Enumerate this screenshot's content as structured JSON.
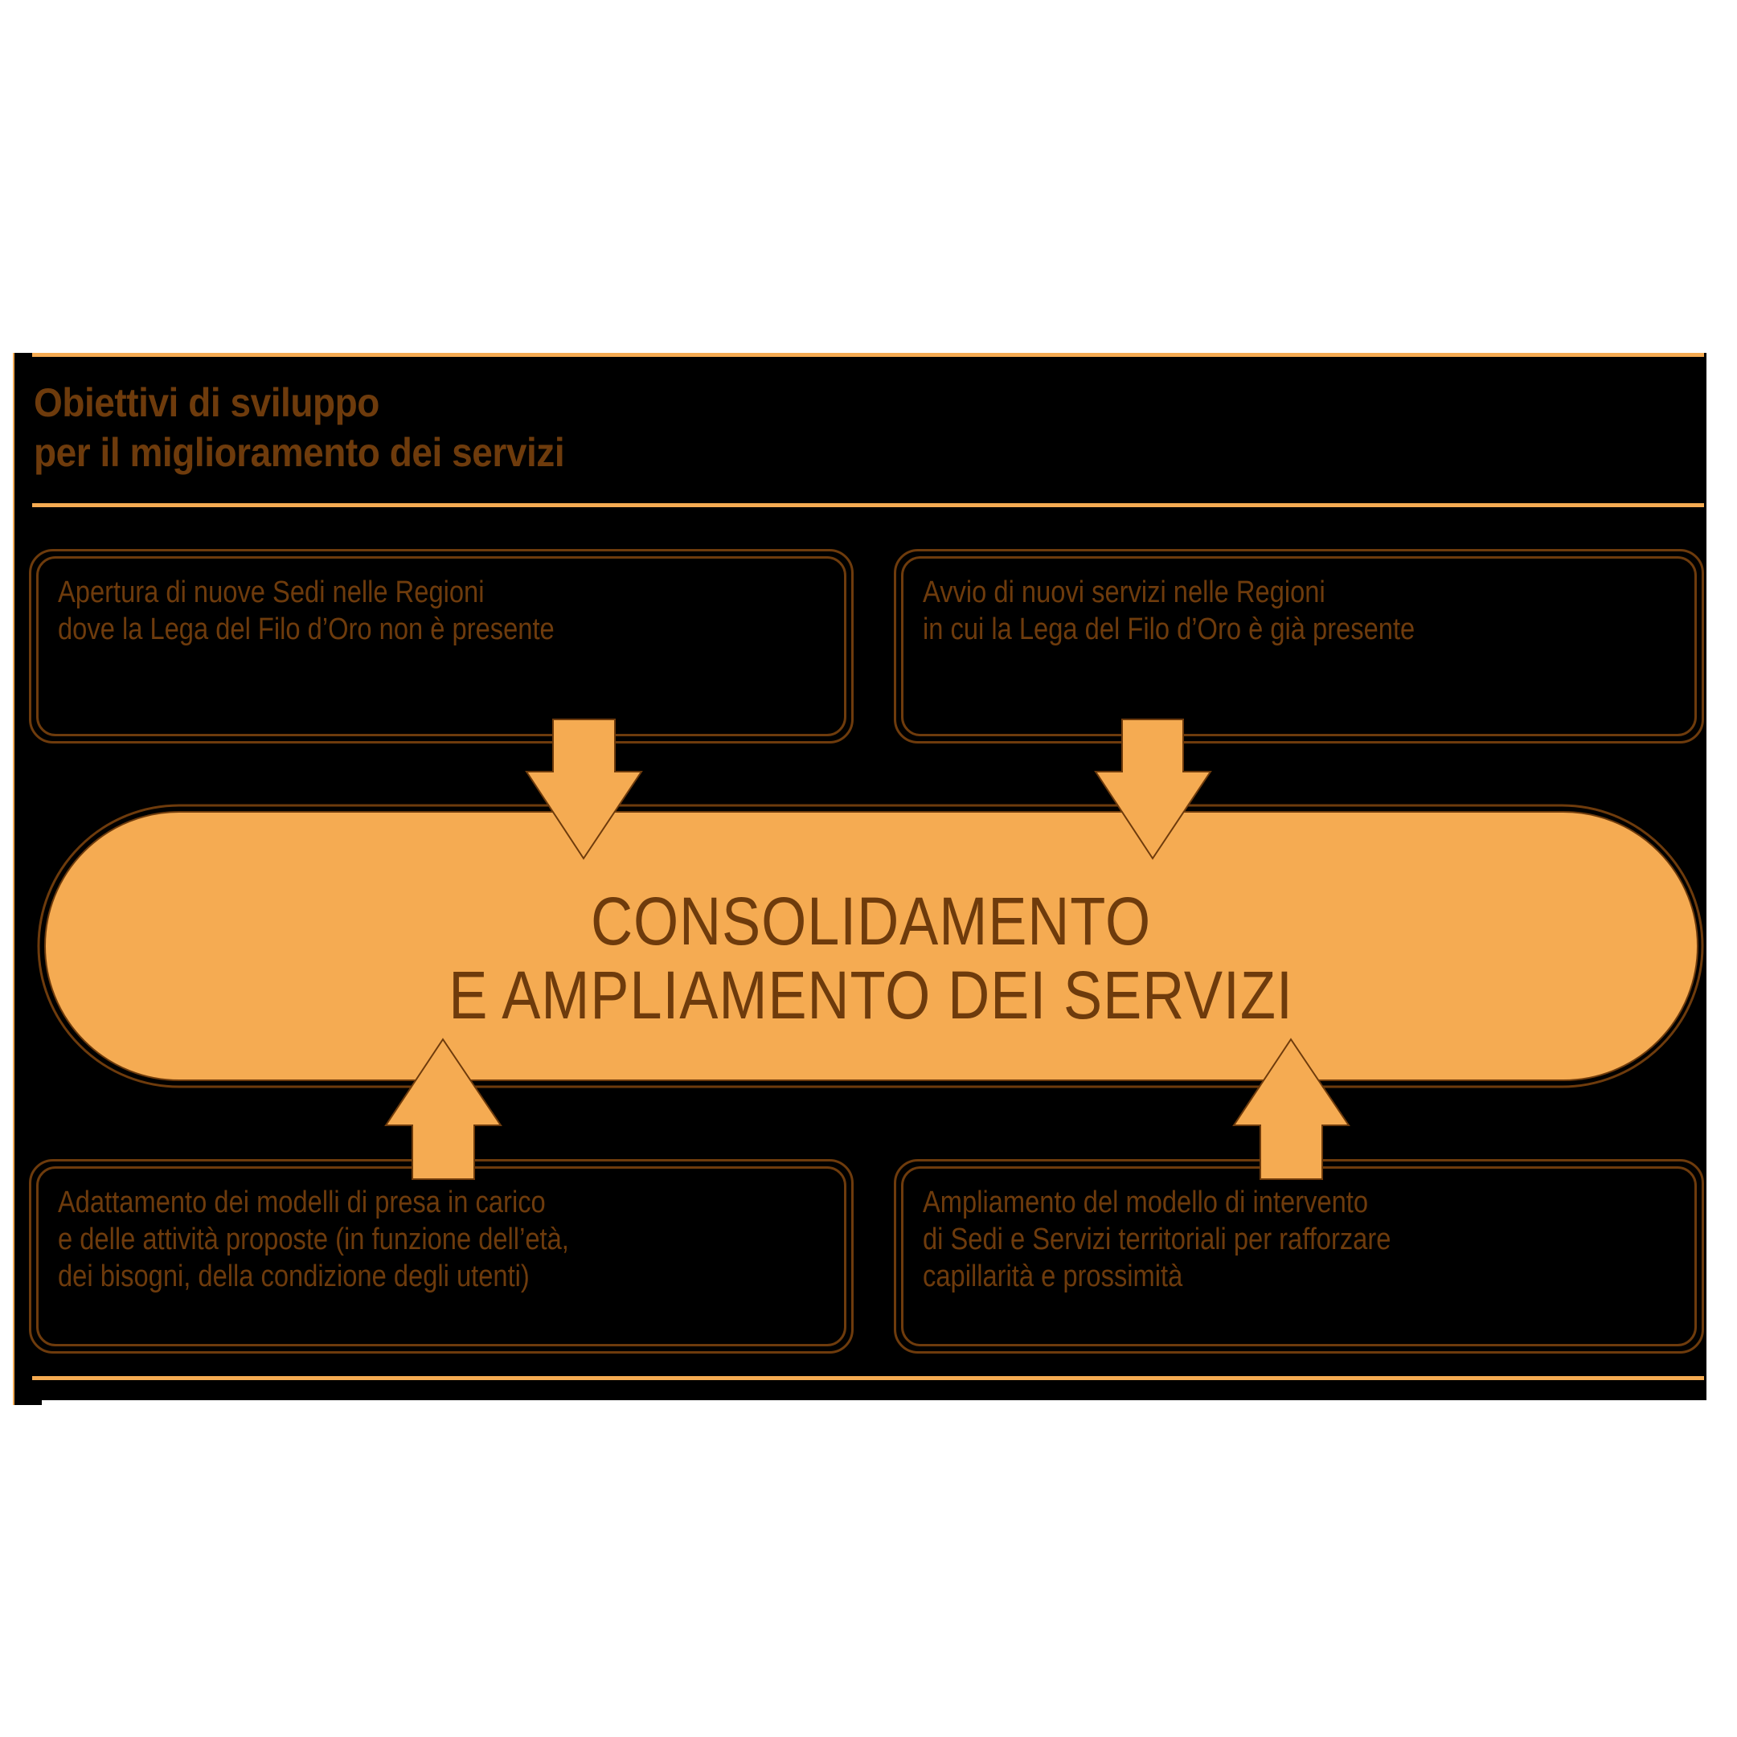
{
  "title": {
    "line1": "Obiettivi di sviluppo",
    "line2": "per il miglioramento dei servizi"
  },
  "center": {
    "line1": "CONSOLIDAMENTO",
    "line2": "E AMPLIAMENTO DEI SERVIZI"
  },
  "boxes": [
    {
      "position": "top-left",
      "arrow": "down",
      "lines": [
        "Apertura di nuove Sedi nelle Regioni",
        "dove la Lega del Filo d’Oro non è presente"
      ]
    },
    {
      "position": "top-right",
      "arrow": "down",
      "lines": [
        "Avvio di nuovi servizi nelle Regioni",
        "in cui la Lega del Filo d’Oro è già presente"
      ]
    },
    {
      "position": "bottom-left",
      "arrow": "up",
      "lines": [
        "Adattamento dei modelli di presa in carico",
        "e delle attività proposte (in funzione dell’età,",
        "dei bisogni, della condizione degli utenti)"
      ]
    },
    {
      "position": "bottom-right",
      "arrow": "up",
      "lines": [
        "Ampliamento del modello di intervento",
        "di Sedi e Servizi territoriali per rafforzare",
        "capillarità e prossimità"
      ]
    }
  ],
  "colors": {
    "background": "#000000",
    "accent_orange": "#F5AB52",
    "text_brown": "#6E3B0C",
    "page": "#FFFFFF"
  }
}
